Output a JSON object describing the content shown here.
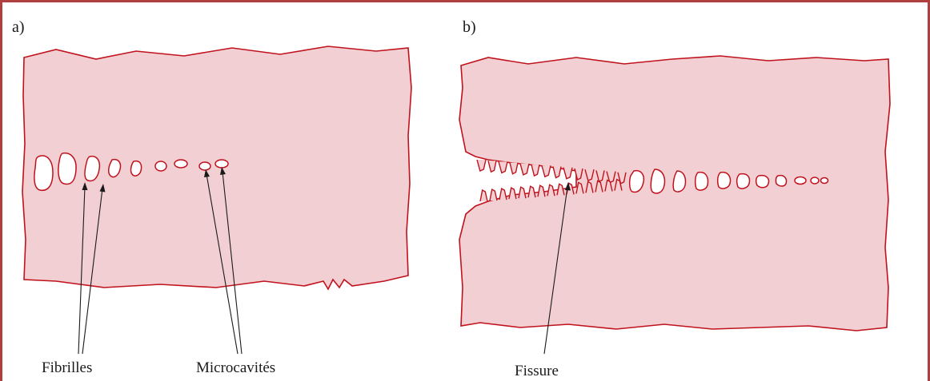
{
  "panels": [
    {
      "id": "a",
      "label": "a)"
    },
    {
      "id": "b",
      "label": "b)"
    }
  ],
  "callouts": {
    "fibrilles": "Fibrilles",
    "microcavites": "Microcavités",
    "fissure": "Fissure"
  },
  "colors": {
    "frame": "#b04040",
    "material_fill": "#f2cfd3",
    "outline": "#c0121c",
    "text": "#1a1a1a"
  }
}
